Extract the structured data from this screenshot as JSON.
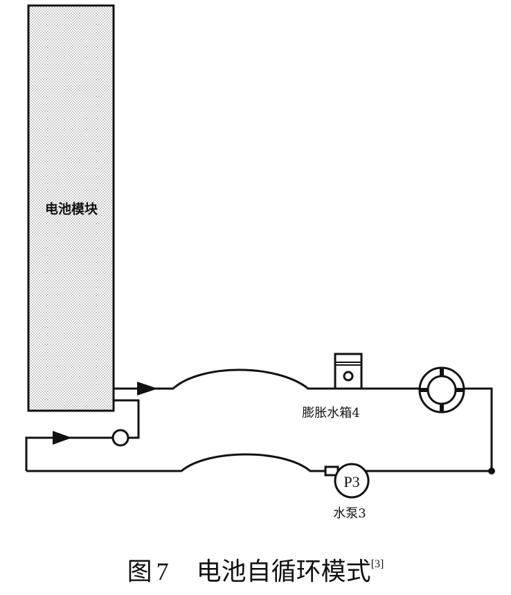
{
  "battery": {
    "label": "电池模块"
  },
  "expansion_tank": {
    "label": "膨胀水箱4"
  },
  "pump": {
    "symbol": "P3",
    "label": "水泵3"
  },
  "caption": {
    "prefix": "图",
    "number": "7",
    "title": "电池自循环模式",
    "ref": "[3]"
  },
  "colors": {
    "line": "#111111",
    "fill_pattern": "#888888"
  }
}
